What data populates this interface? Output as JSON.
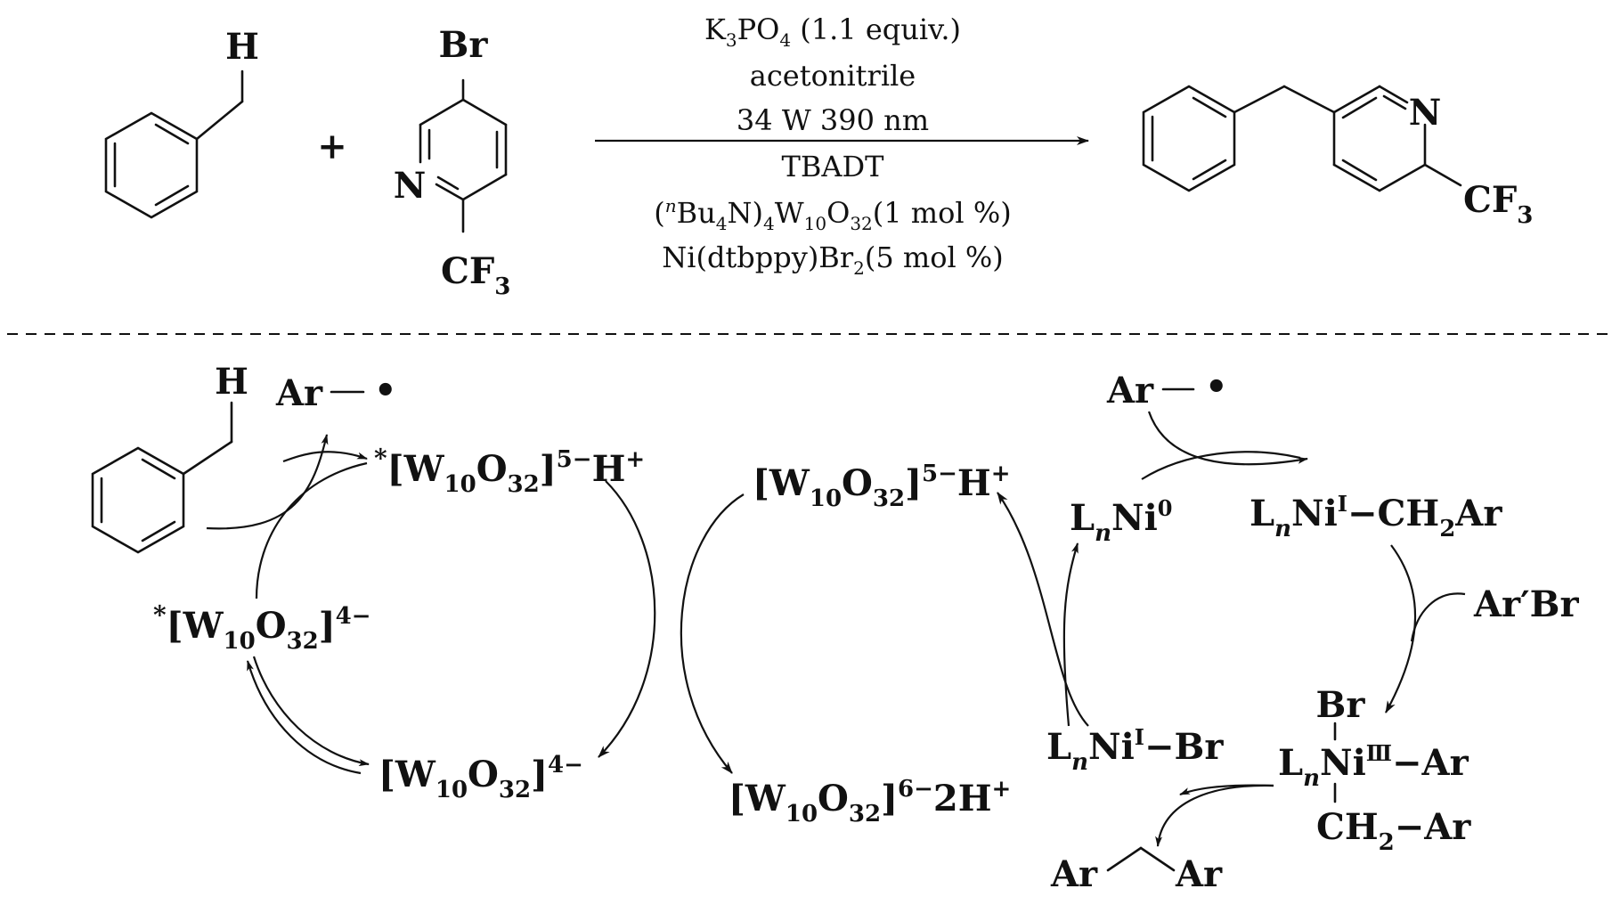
{
  "reaction": {
    "plus": "+",
    "reagent_atoms": {
      "h": "H",
      "br": "Br",
      "n": "N",
      "cf": "CF",
      "cf_sub": "3"
    },
    "conditions": {
      "line1": {
        "a": "K",
        "a_sub": "3",
        "b": "PO",
        "b_sub": "4",
        "c": " (1.1 equiv.)"
      },
      "line2": "acetonitrile",
      "line3": "34 W 390 nm",
      "line4": "TBADT",
      "line5": {
        "a": "(",
        "a_sup": "n",
        "b": "Bu",
        "b_sub": "4",
        "c": "N)",
        "c_sub": "4",
        "d": "W",
        "d_sub": "10",
        "e": "O",
        "e_sub": "32",
        "f": "(1 mol %)"
      },
      "line6": {
        "a": "Ni(dtbppy)Br",
        "a_sub": "2",
        "b": "(5 mol %)"
      }
    },
    "product_atoms": {
      "n": "N",
      "cf": "CF",
      "cf_sub": "3"
    }
  },
  "mechanism": {
    "toluene_h": "H",
    "ar_radical_left": "Ar",
    "ar_radical_right": "Ar",
    "radical_dot": "•",
    "excited_w_h": {
      "star": "*",
      "a": "[W",
      "a_sub": "10",
      "b": "O",
      "b_sub": "32",
      "c": "]",
      "c_sup": "5−",
      "d": "H",
      "d_sup": "+"
    },
    "excited_w": {
      "star": "*",
      "a": "[W",
      "a_sub": "10",
      "b": "O",
      "b_sub": "32",
      "c": "]",
      "c_sup": "4−"
    },
    "ground_w": {
      "a": "[W",
      "a_sub": "10",
      "b": "O",
      "b_sub": "32",
      "c": "]",
      "c_sup": "4−"
    },
    "reduced_w_h": {
      "a": "[W",
      "a_sub": "10",
      "b": "O",
      "b_sub": "32",
      "c": "]",
      "c_sup": "5−",
      "d": "H",
      "d_sup": "+"
    },
    "reduced_w_2h": {
      "a": "[W",
      "a_sub": "10",
      "b": "O",
      "b_sub": "32",
      "c": "]",
      "c_sup": "6−",
      "d": "2H",
      "d_sup": "+"
    },
    "ni0": {
      "a": "L",
      "a_sub": "n",
      "b": "Ni",
      "b_sup": "0"
    },
    "ni1_alkyl": {
      "a": "L",
      "a_sub": "n",
      "b": "Ni",
      "b_sup": "I",
      "c": "−CH",
      "c_sub": "2",
      "d": "Ar"
    },
    "ar_prime_br": "Ar′Br",
    "ni3": {
      "br": "Br",
      "a": "L",
      "a_sub": "n",
      "b": "Ni",
      "b_sup": "Ⅲ",
      "c": "−Ar",
      "d": "CH",
      "d_sub": "2",
      "e": "−Ar"
    },
    "ni1_br": {
      "a": "L",
      "a_sub": "n",
      "b": "Ni",
      "b_sup": "I",
      "c": "−Br"
    },
    "diaryl_methane": {
      "left": "Ar",
      "right": "Ar"
    }
  }
}
